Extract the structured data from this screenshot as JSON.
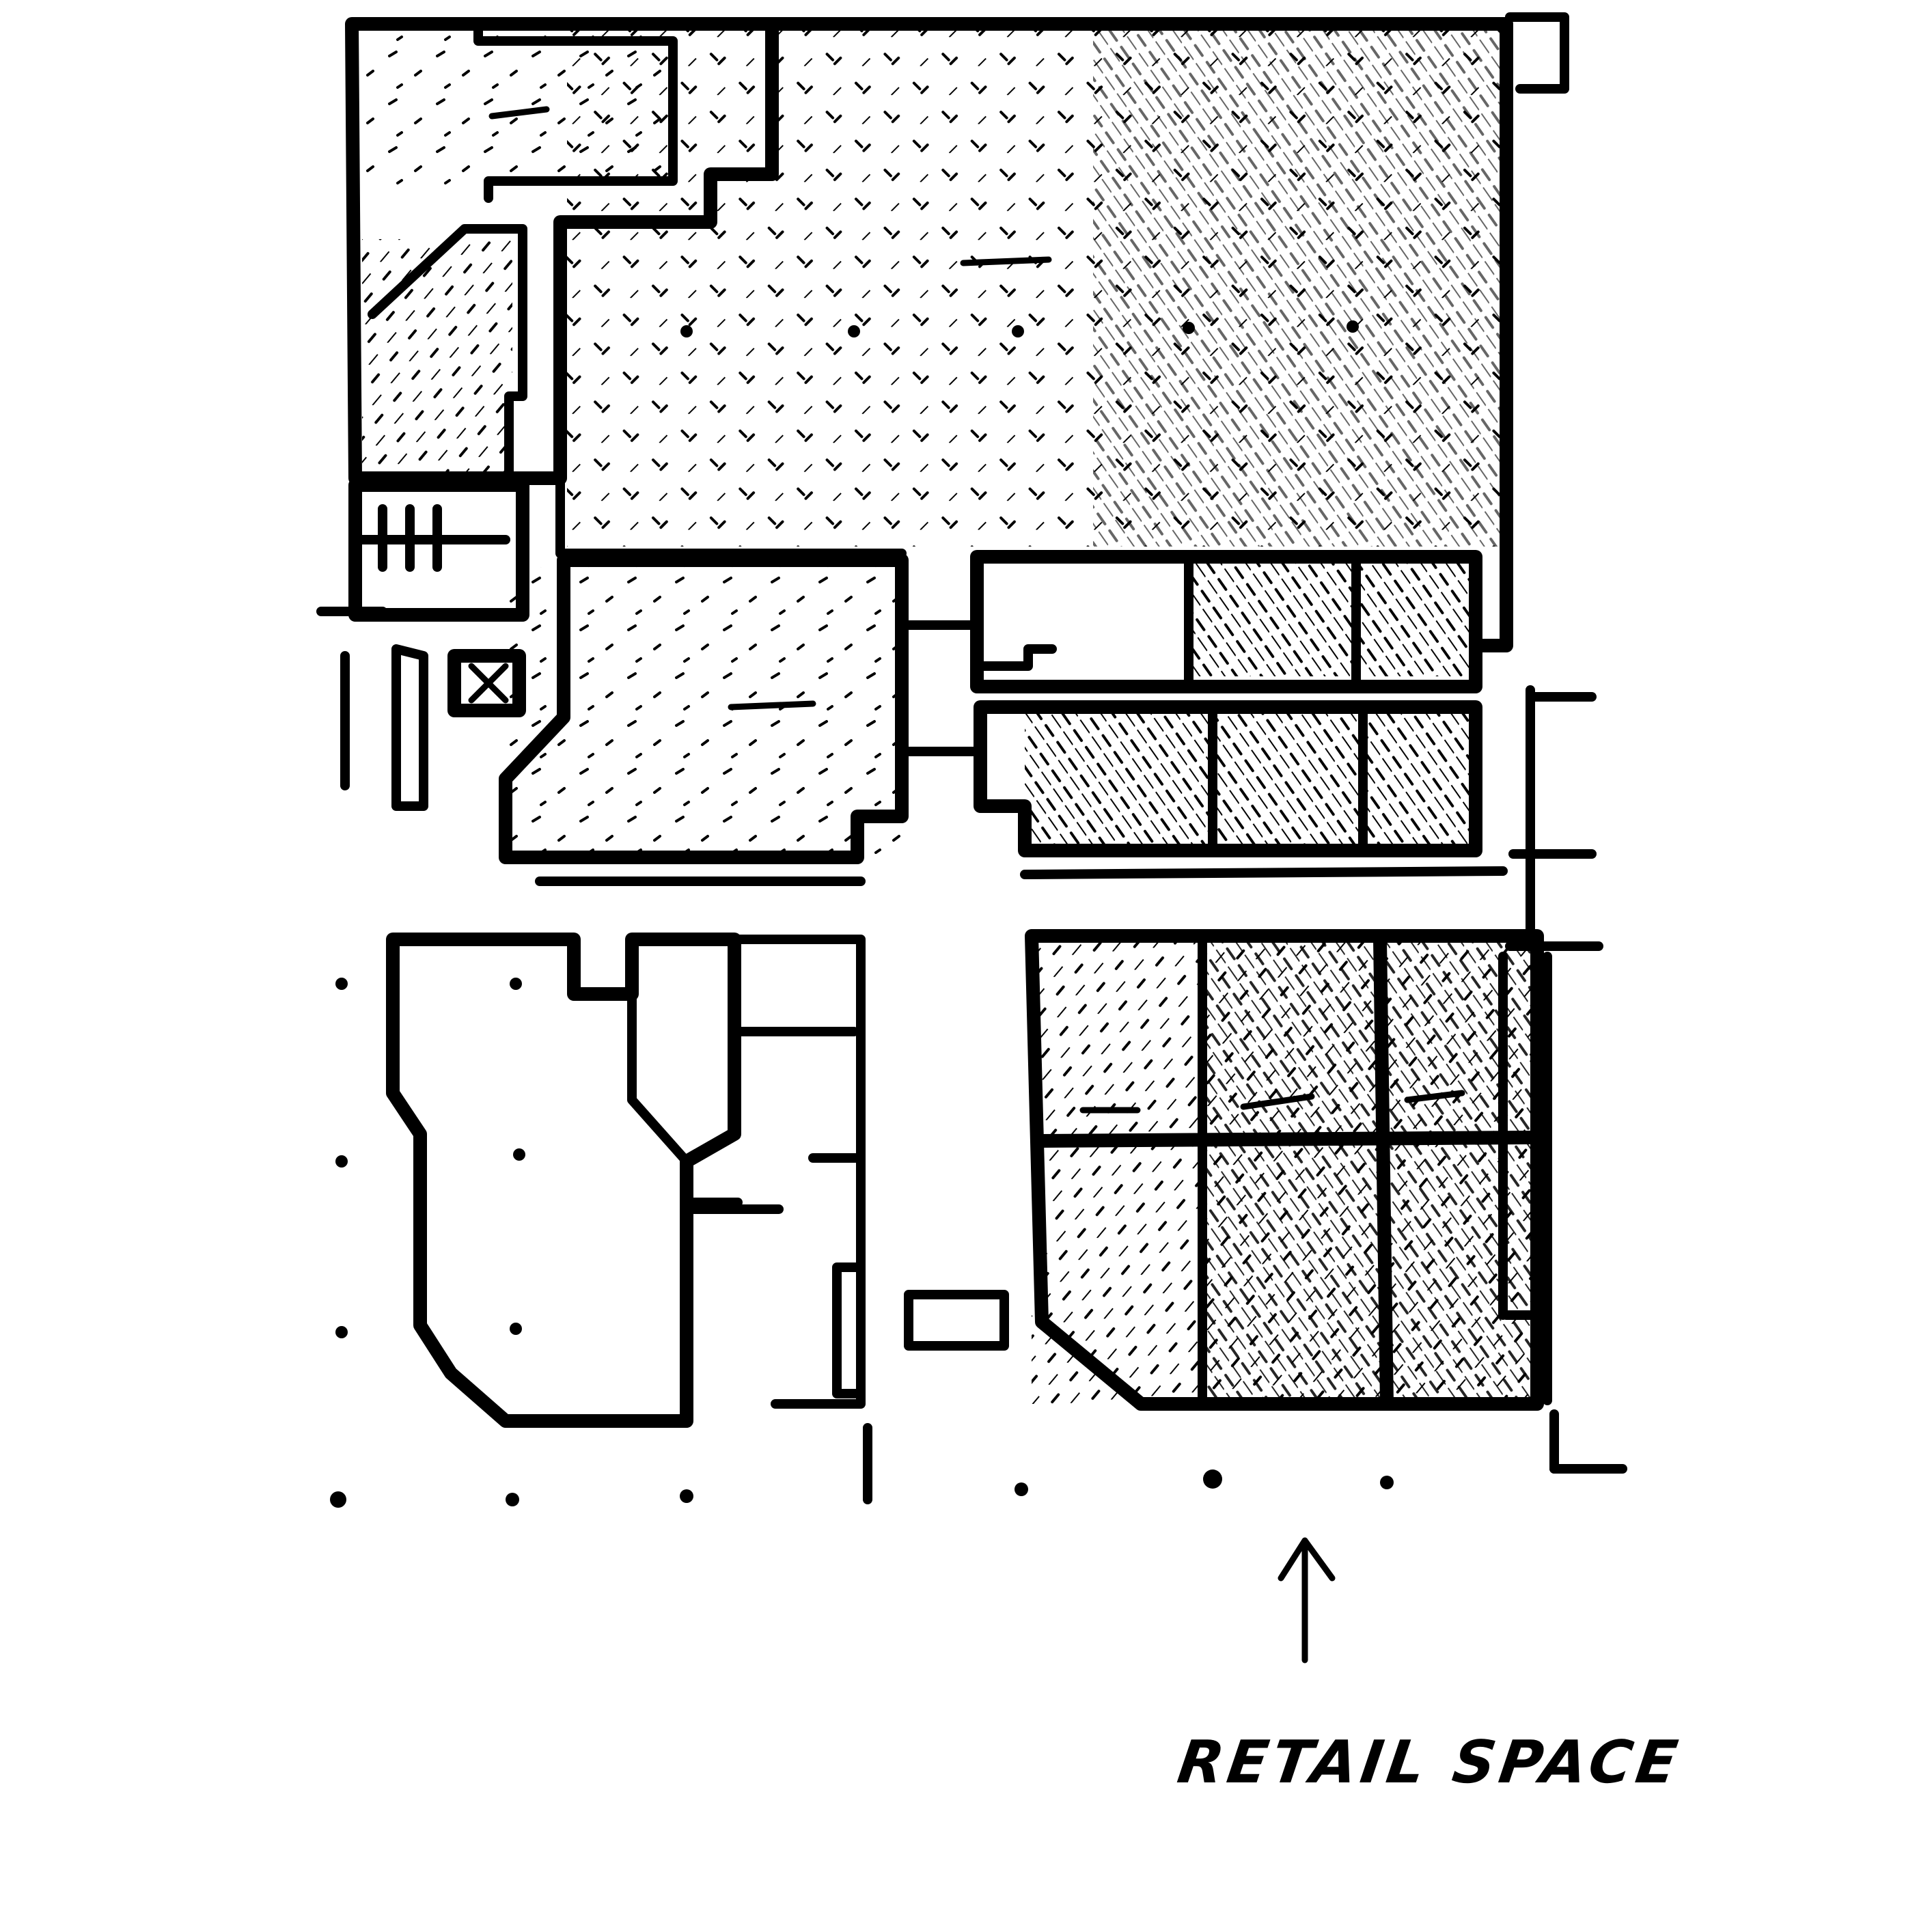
{
  "diagram": {
    "type": "floor-plan-sketch",
    "style": "black-and-white hand drawing",
    "callout": {
      "label": "RETAIL SPACE",
      "arrow_direction": "up"
    },
    "colors": {
      "ink": "#000000",
      "paper": "#ffffff"
    }
  }
}
